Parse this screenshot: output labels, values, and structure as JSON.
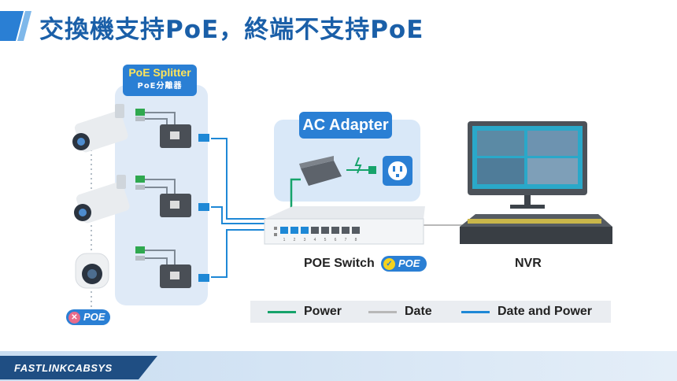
{
  "title": "交換機支持PoE，終端不支持PoE",
  "splitter": {
    "label_en": "PoE Splitter",
    "label_zh": "PoE分離器"
  },
  "ac_adapter": {
    "label": "AC Adapter"
  },
  "switch": {
    "label": "POE Switch",
    "badge": "POE",
    "port_numbers": [
      "1",
      "2",
      "3",
      "4",
      "5",
      "6",
      "7",
      "8"
    ]
  },
  "nvr": {
    "label": "NVR"
  },
  "endpoint": {
    "badge": "POE"
  },
  "legend": [
    {
      "label": "Power",
      "color": "#16a36b"
    },
    {
      "label": "Date",
      "color": "#b8b8b8"
    },
    {
      "label": "Date and Power",
      "color": "#1e88d6"
    }
  ],
  "footer": {
    "brand": "FASTLINKCABSYS"
  },
  "colors": {
    "accent": "#2a7fd4",
    "title": "#1a5fa8",
    "power": "#16a36b",
    "data": "#b8b8b8",
    "data_power": "#1e88d6"
  }
}
